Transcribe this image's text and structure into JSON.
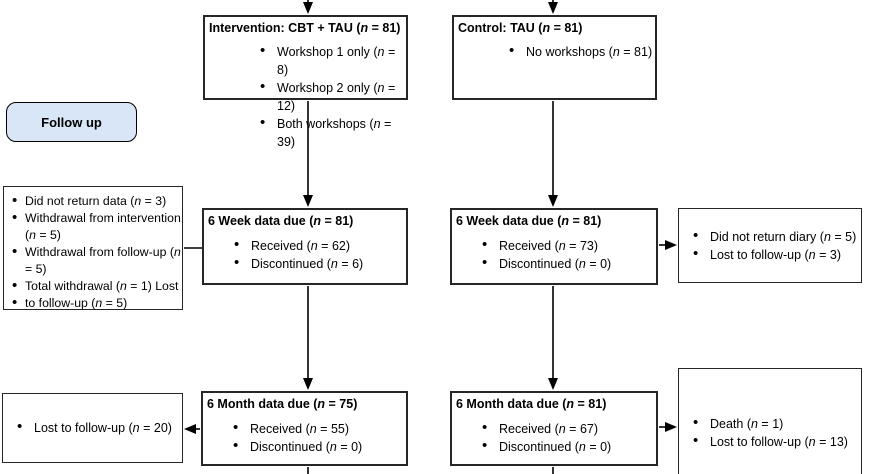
{
  "diagram": {
    "stage_pill": {
      "label": "Follow up",
      "fill": "#d9e6f7"
    },
    "colors": {
      "box_border": "#262626",
      "line": "#000000",
      "pill_fill": "#d9e6f7"
    },
    "boxes": {
      "intervention_alloc": {
        "title": "Intervention: CBT + TAU (n = 81)",
        "bullets": [
          "Workshop 1 only (n = 8)",
          "Workshop 2 only (n = 12)",
          "Both workshops (n = 39)"
        ]
      },
      "control_alloc": {
        "title": "Control: TAU (n = 81)",
        "bullets": [
          "No workshops (n = 81)"
        ]
      },
      "withdrawal_side": {
        "bullets": [
          "Did not return data (n = 3)",
          "Withdrawal from intervention (n = 5)",
          "Withdrawal from follow-up (n = 5)",
          "Total withdrawal (n = 1) Lost",
          "to follow-up (n = 5)"
        ]
      },
      "week6_intervention": {
        "title": "6 Week data due (n = 81)",
        "bullets": [
          "Received (n = 62)",
          "Discontinued (n = 6)"
        ]
      },
      "week6_control": {
        "title": "6 Week data due (n = 81)",
        "bullets": [
          "Received (n = 73)",
          "Discontinued (n = 0)"
        ]
      },
      "diary_side": {
        "bullets": [
          "Did not return diary (n = 5)",
          "Lost to follow-up (n = 3)"
        ]
      },
      "month6_intervention": {
        "title": "6 Month data due (n = 75)",
        "bullets": [
          "Received (n = 55)",
          "Discontinued (n = 0)"
        ]
      },
      "month6_control": {
        "title": "6 Month data due (n = 81)",
        "bullets": [
          "Received (n = 67)",
          "Discontinued (n = 0)"
        ]
      },
      "lost_side_bottom": {
        "bullets": [
          "Lost to follow-up (n = 20)"
        ]
      },
      "death_side_bottom": {
        "bullets": [
          "Death (n = 1)",
          "Lost to follow-up (n = 13)"
        ]
      }
    }
  }
}
